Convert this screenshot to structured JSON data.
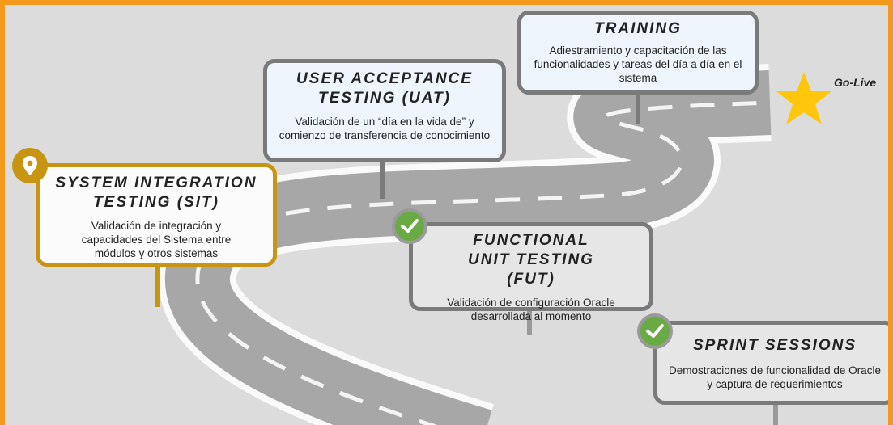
{
  "milestones": {
    "training": {
      "title": "TRAINING",
      "description": "Adiestramiento y capacitación de las funcionalidades y  tareas del día a día en el sistema"
    },
    "uat": {
      "title": "USER ACCEPTANCE TESTING (UAT)",
      "description": "Validación de un “día en la vida de” y comienzo de transferencia de conocimiento"
    },
    "sit": {
      "title": "SYSTEM INTEGRATION TESTING (SIT)",
      "description": "Validación de integración y capacidades del Sistema entre módulos y otros sistemas"
    },
    "fut": {
      "title": "FUNCTIONAL UNIT TESTING (FUT)",
      "description": "Validación de configuración Oracle desarrollada al momento"
    },
    "sprint": {
      "title": "SPRINT SESSIONS",
      "description": "Demostraciones de funcionalidad de Oracle y captura de requerimientos"
    }
  },
  "goal": {
    "label": "Go-Live"
  },
  "icons": {
    "completed": "check-icon",
    "current": "location-pin-icon",
    "goal": "star-icon"
  },
  "colors": {
    "frame": "#f39a1c",
    "current": "#c79511",
    "completed": "#6aaa45",
    "star": "#ffc60b"
  }
}
